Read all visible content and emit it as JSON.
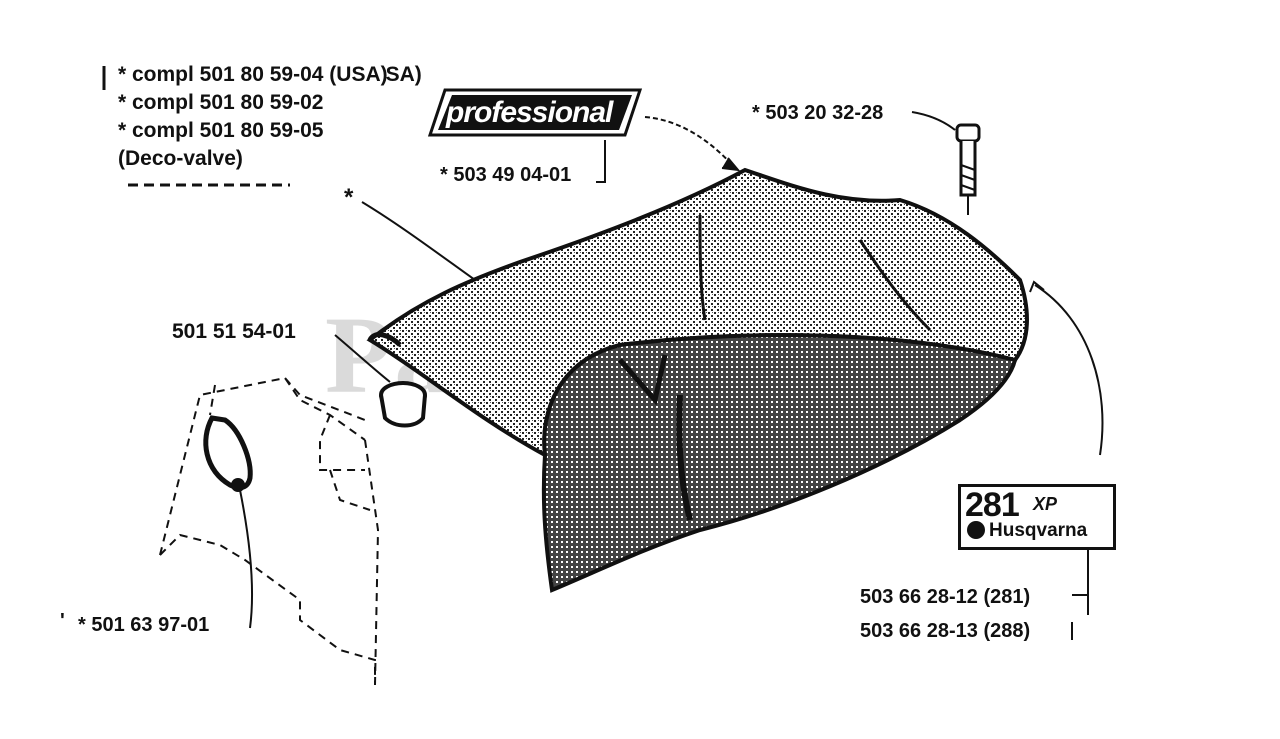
{
  "diagram": {
    "watermark_text": "PartsTree",
    "top_left_callout": {
      "line1": "*  compl 501 80 59-04 (USA)",
      "line1_suffix": "SA)",
      "line2": "*  compl 501 80 59-02",
      "line3": "*  compl 501 80 59-05",
      "line4": "(Deco-valve)"
    },
    "asterisk_marker": "*",
    "decal_professional": {
      "text": "professional",
      "part_number": "*  503 49 04-01"
    },
    "screw_part_number": "* 503 20 32-28",
    "plug_part_number": "501 51 54-01",
    "valve_part_number": "*  501 63 97-01",
    "valve_tick": "'",
    "model_badge": {
      "model": "281",
      "suffix": "XP",
      "brand": "Husqvarna"
    },
    "badge_part_numbers": [
      "503 66 28-12 (281)",
      "503 66 28-13 (288)"
    ]
  }
}
